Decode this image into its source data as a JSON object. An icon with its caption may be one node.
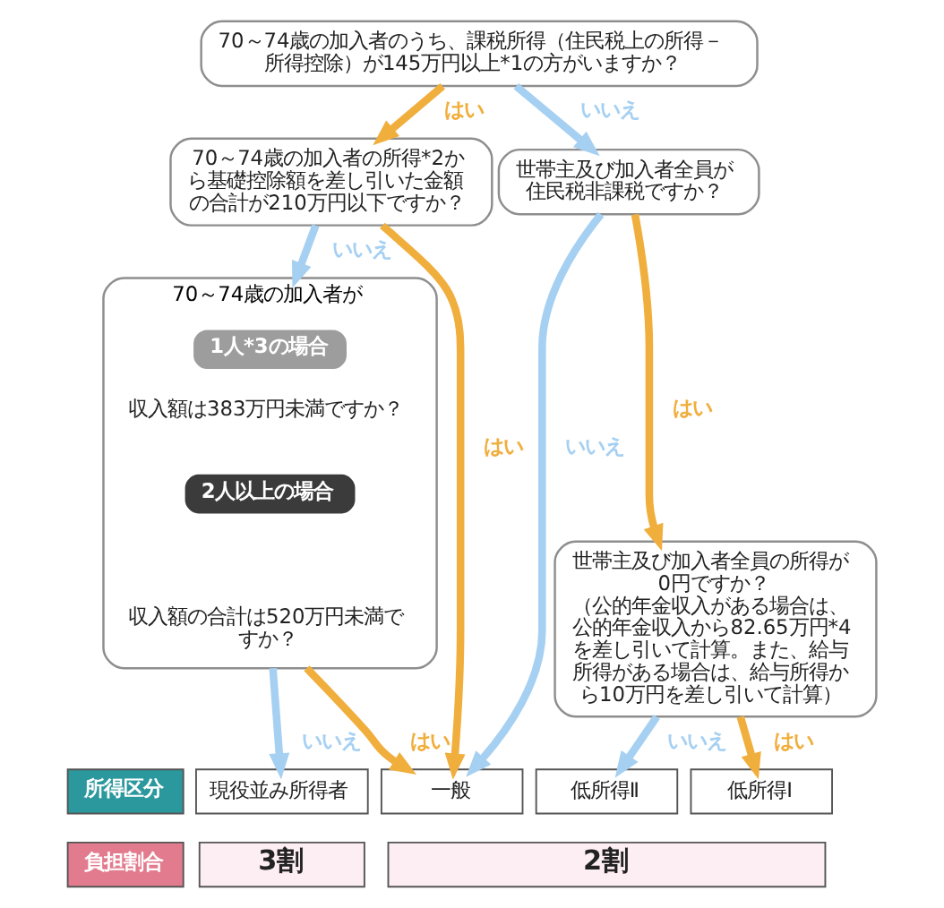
{
  "diagram": {
    "nodes": [
      {
        "text": [
          "70～74歳の加入者のうち、課税所得（住民税上の所得－所得控除）が145万円以上*1の方がいますか？"
        ]
      },
      {
        "text": [
          "70～74歳の加入者の所得*2から基礎控除額を差し引いた金額の合計が210万円以下ですか？"
        ]
      },
      {
        "text": [
          "世帯主及び加入者全員が住民税非課税ですか？"
        ]
      },
      {
        "text": [
          "70～74歳の加入者が",
          "収入額は383万円未満ですか？",
          "収入額の合計は520万円未満ですか？"
        ]
      },
      {
        "text": [
          "1人*3の場合"
        ],
        "in": 3
      },
      {
        "text": [
          "2人以上の場合"
        ],
        "in": 3
      },
      {
        "text": [
          "世帯主及び加入者全員の所得が0円ですか？",
          "（公的年金収入がある場合は、公的年金収入から82.65万円*4を差し引いて計算。また、給与所得がある場合は、給与所得から10万円を差し引いて計算）"
        ]
      },
      {
        "text": [
          "所得区分"
        ]
      },
      {
        "text": [
          "現役並み所得者"
        ]
      },
      {
        "text": [
          "一般"
        ]
      },
      {
        "text": [
          "低所得Ⅱ"
        ]
      },
      {
        "text": [
          "低所得Ⅰ"
        ]
      },
      {
        "text": [
          "負担割合"
        ]
      },
      {
        "text": [
          "3割"
        ]
      },
      {
        "text": [
          "2割"
        ]
      }
    ],
    "edges": [
      {
        "from": 0,
        "to": 1,
        "arrow": "to",
        "label": "はい",
        "color": "#f0ae3c"
      },
      {
        "from": 0,
        "to": 2,
        "arrow": "to",
        "label": "いいえ",
        "color": "#a6d0f2"
      },
      {
        "from": 1,
        "to": 3,
        "arrow": "to",
        "label": "いいえ",
        "color": "#a6d0f2"
      },
      {
        "from": 1,
        "to": 9,
        "arrow": "to",
        "label": "はい",
        "color": "#f0ae3c"
      },
      {
        "from": 2,
        "to": 9,
        "arrow": "to",
        "label": "いいえ",
        "color": "#a6d0f2"
      },
      {
        "from": 2,
        "to": 6,
        "arrow": "to",
        "label": "はい",
        "color": "#f0ae3c"
      },
      {
        "from": 3,
        "to": 8,
        "arrow": "to",
        "label": "いいえ",
        "color": "#a6d0f2"
      },
      {
        "from": 3,
        "to": 9,
        "arrow": "to",
        "label": "はい",
        "color": "#f0ae3c"
      },
      {
        "from": 6,
        "to": 10,
        "arrow": "to",
        "label": "いいえ",
        "color": "#a6d0f2"
      },
      {
        "from": 6,
        "to": 11,
        "arrow": "to",
        "label": "はい",
        "color": "#f0ae3c"
      }
    ]
  }
}
